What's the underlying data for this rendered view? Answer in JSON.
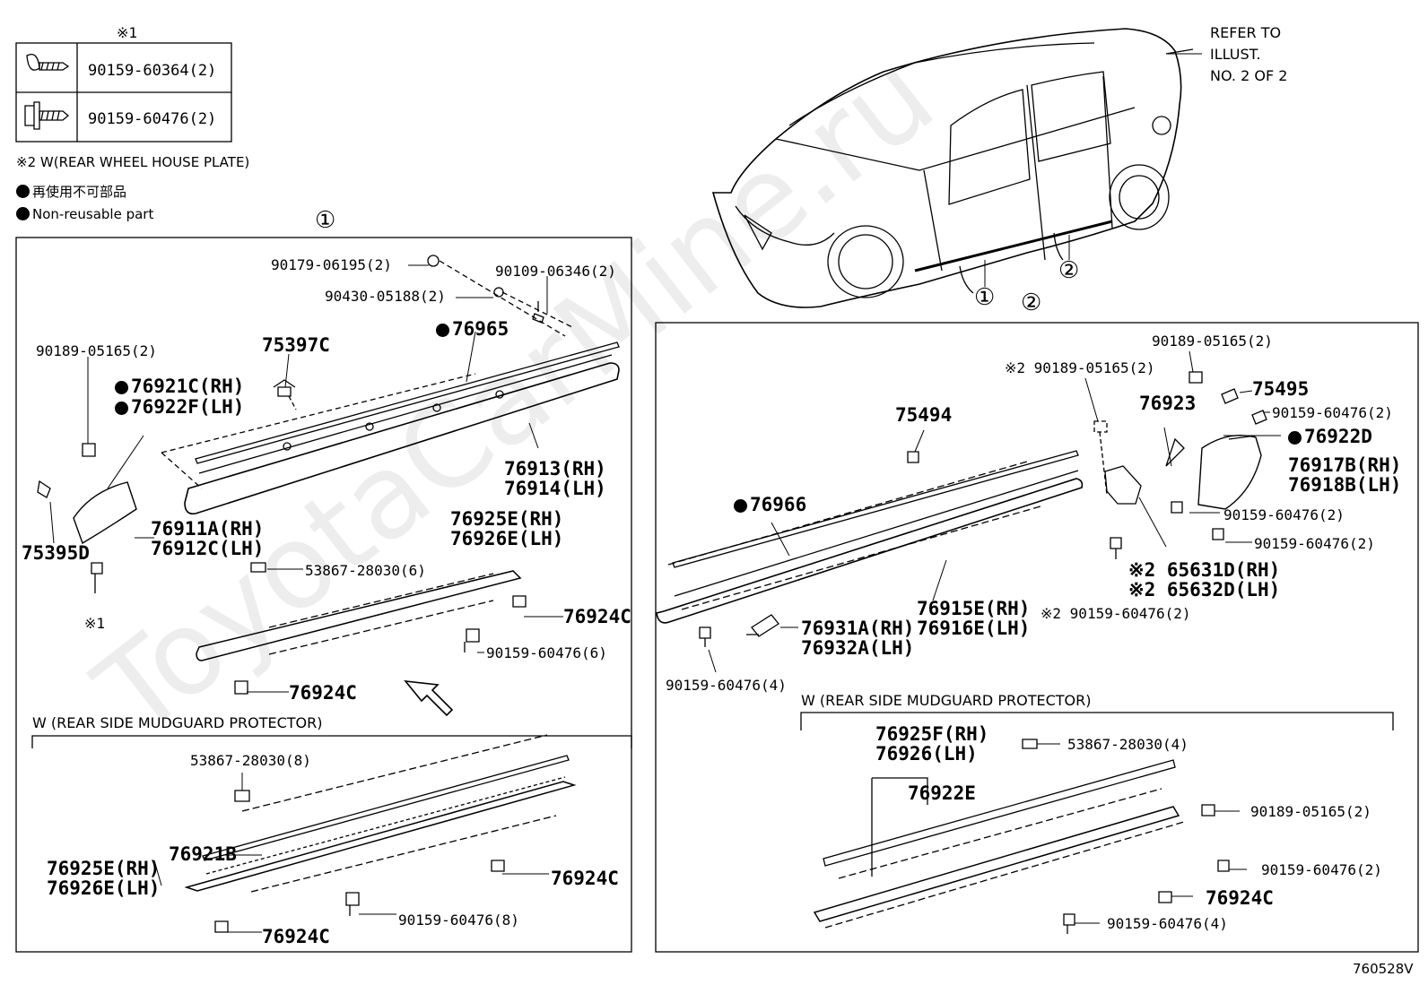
{
  "fastener_table": {
    "header_note": "※1",
    "rows": [
      {
        "icon": "screw-flange-icon",
        "part": "90159-60364(2)"
      },
      {
        "icon": "screw-hex-icon",
        "part": "90159-60476(2)"
      }
    ]
  },
  "notes": {
    "note2": "※2 W(REAR WHEEL HOUSE PLATE)",
    "nonreusable_jp": "再使用不可部品",
    "nonreusable_en": "Non-reusable part"
  },
  "refer": {
    "line1": "REFER TO",
    "line2": "ILLUST.",
    "line3": "NO. 2 OF 2"
  },
  "circle_labels": {
    "one": "①",
    "two": "②"
  },
  "panel1": {
    "labels": {
      "p90179": "90179-06195(2)",
      "p90109": "90109-06346(2)",
      "p90430": "90430-05188(2)",
      "p76965": "76965",
      "p90189": "90189-05165(2)",
      "p75397c": "75397C",
      "p76921c": "76921C(RH)",
      "p76922f": "76922F(LH)",
      "p76913": "76913(RH)",
      "p76914": "76914(LH)",
      "p76925e": "76925E(RH)",
      "p76926e": "76926E(LH)",
      "p76911a": "76911A(RH)",
      "p76912c": "76912C(LH)",
      "p75395d": "75395D",
      "p53867": "53867-28030(6)",
      "p76924c_a": "76924C",
      "p90159_6": "90159-60476(6)",
      "note1": "※1",
      "p76924c_b": "76924C"
    },
    "sub": {
      "title": "W (REAR SIDE MUDGUARD PROTECTOR)",
      "p53867": "53867-28030(8)",
      "p76921b": "76921B",
      "p76925e": "76925E(RH)",
      "p76926e": "76926E(LH)",
      "p76924c_a": "76924C",
      "p90159_8": "90159-60476(8)",
      "p76924c_b": "76924C"
    }
  },
  "panel2": {
    "labels": {
      "p90189_r": "90189-05165(2)",
      "p90189_n2": "※2 90189-05165(2)",
      "p75495": "75495",
      "p76923": "76923",
      "p90159_r1": "90159-60476(2)",
      "p75494": "75494",
      "p76922d": "76922D",
      "p76917b": "76917B(RH)",
      "p76918b": "76918B(LH)",
      "p76966": "76966",
      "p90159_r2": "90159-60476(2)",
      "p90159_r3": "90159-60476(2)",
      "p65631d": "※2 65631D(RH)",
      "p65632d": "※2 65632D(LH)",
      "p90159_n2": "※2 90159-60476(2)",
      "p76915e": "76915E(RH)",
      "p76916e": "76916E(LH)",
      "p76931a": "76931A(RH)",
      "p76932a": "76932A(LH)",
      "p90159_4a": "90159-60476(4)"
    },
    "sub": {
      "title": "W (REAR SIDE MUDGUARD PROTECTOR)",
      "p76925f": "76925F(RH)",
      "p76926": "76926(LH)",
      "p53867": "53867-28030(4)",
      "p76922e": "76922E",
      "p90189": "90189-05165(2)",
      "p90159_2": "90159-60476(2)",
      "p76924c": "76924C",
      "p90159_4": "90159-60476(4)"
    }
  },
  "watermark": "ToyotaCarMine.ru",
  "figure_code": "760528V"
}
